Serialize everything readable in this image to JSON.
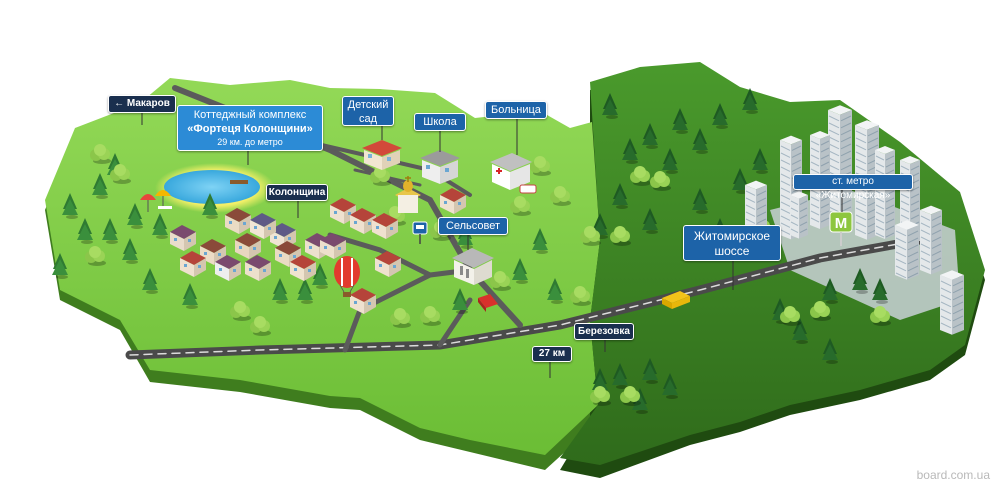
{
  "labels": {
    "makarov": "← Макаров",
    "complex_line1": "Коттеджный комплекс",
    "complex_line2": "«Фортеця Колонщини»",
    "complex_line3": "29 км. до метро",
    "kolonshina": "Колонщина",
    "kindergarten_line1": "Детский",
    "kindergarten_line2": "сад",
    "school": "Школа",
    "hospital": "Больница",
    "selsovet": "Сельсовет",
    "highway_line1": "Житомирское",
    "highway_line2": "шоссе",
    "metro": "ст. метро «Житомирская»",
    "berezovka": "Березовка",
    "km27": "27 км",
    "metro_symbol": "M"
  },
  "watermark": "board.com.ua",
  "colors": {
    "light_land": "#7ac943",
    "dark_land": "#3a7d22",
    "road": "#5b5b5b",
    "label_blue": "#1d63a8",
    "label_dark": "#1a2f4e",
    "metro_green": "#8dc63f"
  }
}
